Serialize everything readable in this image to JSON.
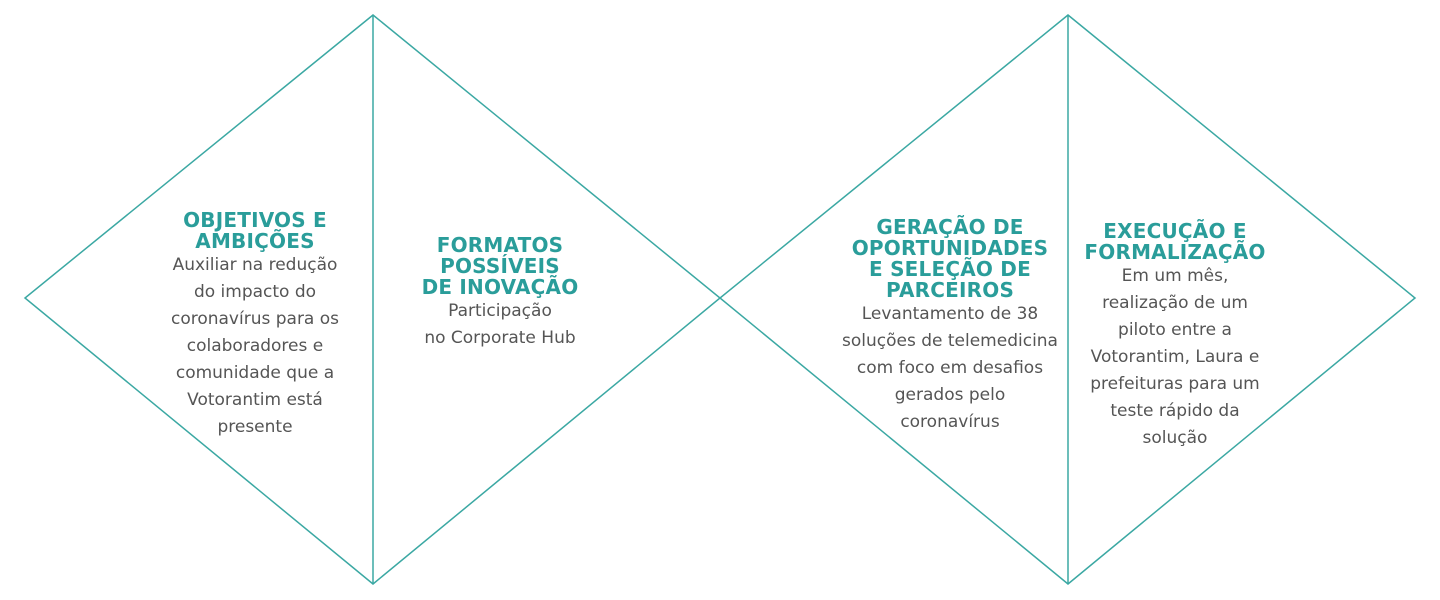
{
  "colors": {
    "accent": "#2a9d9a",
    "line": "#3ba8a3",
    "text": "#555555"
  },
  "sections": [
    {
      "title": "OBJETIVOS E\nAMBIÇÕES",
      "body": "Auxiliar na redução\ndo impacto do\ncoronavírus para os\ncolaboradores e\ncomunidade que a\nVotorantim está\npresente"
    },
    {
      "title": "FORMATOS\nPOSSÍVEIS\nDE INOVAÇÃO",
      "body": "Participação\nno Corporate  Hub"
    },
    {
      "title": "GERAÇÃO DE\nOPORTUNIDADES\nE SELEÇÃO DE\nPARCEIROS",
      "body": "Levantamento de 38\nsoluções de telemedicina\ncom foco em desafios\ngerados pelo\ncoronavírus"
    },
    {
      "title": "EXECUÇÃO E\nFORMALIZAÇÃO",
      "body": "Em um mês,\nrealização de um\npiloto entre a\nVotorantim, Laura e\nprefeituras para um\nteste rápido da\nsolução"
    }
  ]
}
